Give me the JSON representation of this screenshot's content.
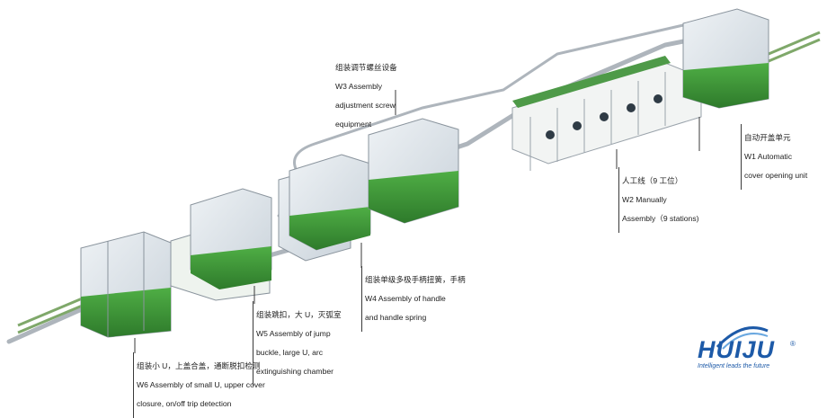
{
  "labels": {
    "w1": {
      "cn": "自动开盖单元",
      "en1": "W1  Automatic",
      "en2": "cover opening unit"
    },
    "w2": {
      "cn": "人工线（9 工位）",
      "en1": "W2  Manually",
      "en2": "Assembly（9 stations)"
    },
    "w3": {
      "cn": "组装调节螺丝设备",
      "en1": "W3  Assembly",
      "en2": "adjustment screw",
      "en3": "equipment"
    },
    "w4": {
      "cn": "组装单级多极手柄扭簧，手柄",
      "en1": "W4  Assembly of handle",
      "en2": "and handle spring"
    },
    "w5": {
      "cn": "组装跳扣，大 U，灭弧室",
      "en1": "W5 Assembly of jump",
      "en2": "buckle, large U, arc",
      "en3": "extinguishing chamber"
    },
    "w6": {
      "cn": "组装小 U，上盖合盖，通断脱扣检测",
      "en1": "W6  Assembly of small U, upper cover",
      "en2": "closure, on/off trip detection"
    }
  },
  "logo": {
    "brand": "HUIJU",
    "tagline": "Intelligent leads the future",
    "reg_mark": "®"
  },
  "colors": {
    "frame": "#9aa3ab",
    "base_green": "#3f9a3a",
    "glass": "#dfe6ec",
    "accent_blue": "#1d5aa8"
  }
}
